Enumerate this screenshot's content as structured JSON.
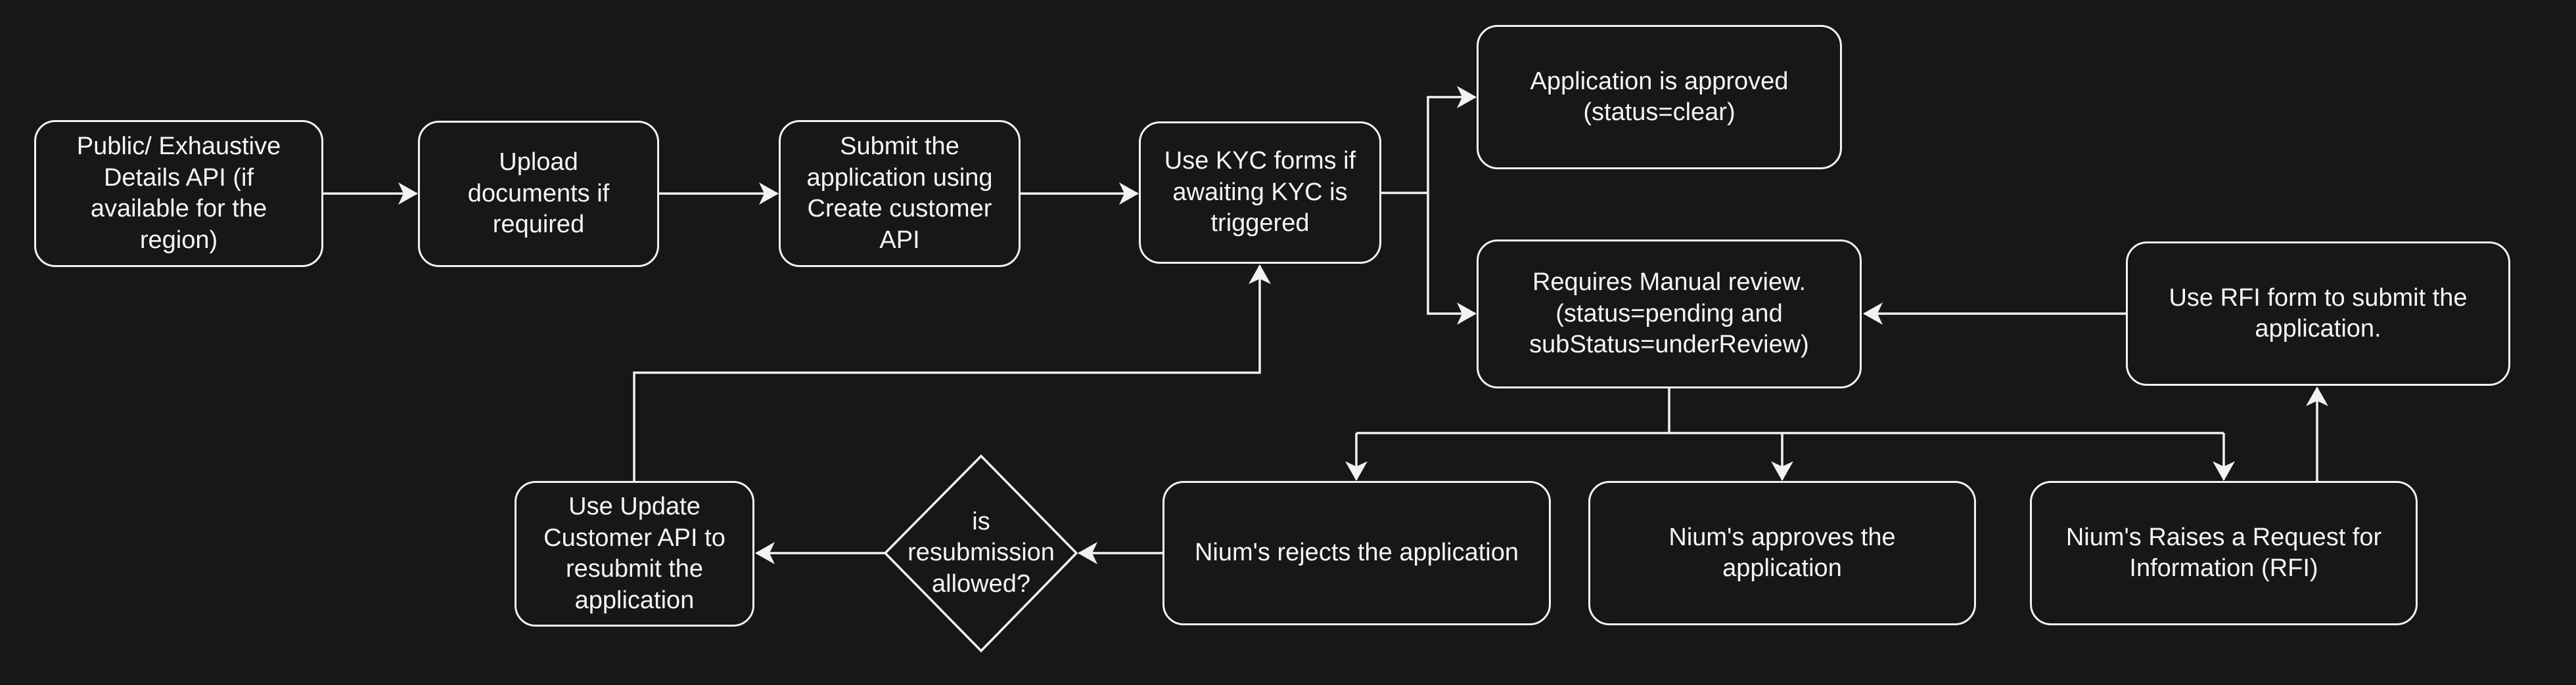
{
  "colors": {
    "background": "#171717",
    "line": "#f2f2f2",
    "text": "#f5f5f5"
  },
  "nodes": {
    "public_api": {
      "label": "Public/ Exhaustive\nDetails API (if\navailable for the\nregion)"
    },
    "upload_docs": {
      "label": "Upload\ndocuments if\nrequired"
    },
    "submit_application": {
      "label": "Submit the\napplication using\nCreate customer\nAPI"
    },
    "kyc_forms": {
      "label": "Use KYC forms if\nawaiting KYC is\ntriggered"
    },
    "approved": {
      "label": "Application is approved\n(status=clear)"
    },
    "manual_review": {
      "label": "Requires Manual review.\n(status=pending and\nsubStatus=underReview)"
    },
    "rfi_form": {
      "label": "Use RFI form to submit the\napplication."
    },
    "niums_rejects": {
      "label": "Nium's rejects the application"
    },
    "niums_approves": {
      "label": "Nium's approves the\napplication"
    },
    "niums_raises_rfi": {
      "label": "Nium's Raises a Request for\nInformation (RFI)"
    },
    "resubmission_decision": {
      "label": "is\nresubmission\nallowed?"
    },
    "update_customer": {
      "label": "Use Update\nCustomer API to\nresubmit the\napplication"
    }
  }
}
